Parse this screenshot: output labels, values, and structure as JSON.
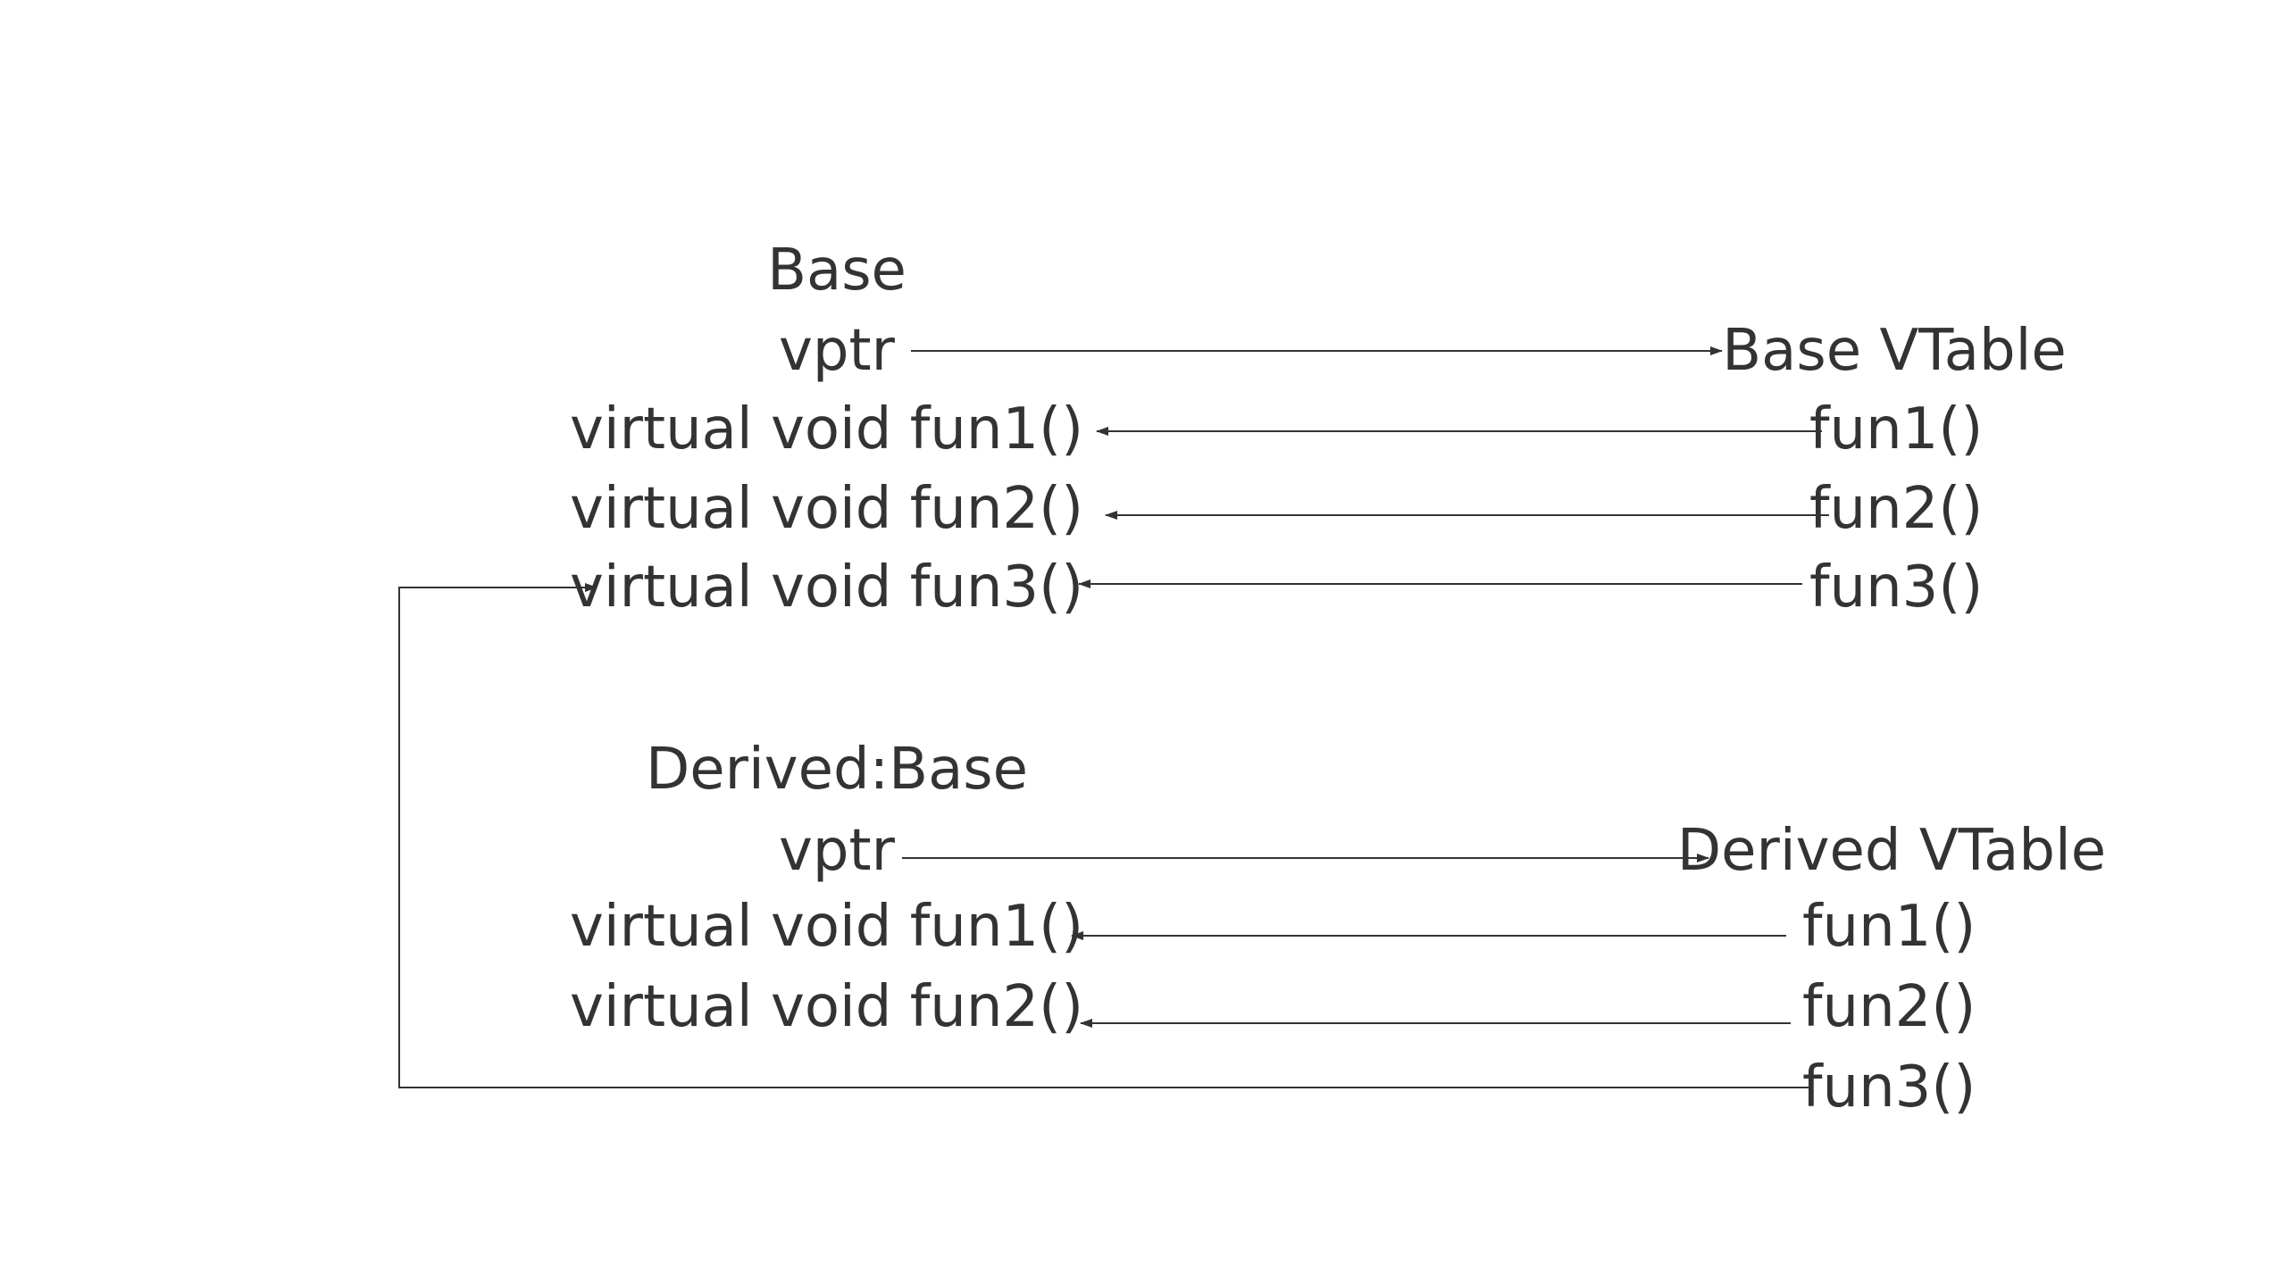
{
  "base_class": {
    "title": "Base",
    "vptr": "vptr",
    "methods": [
      "virtual void fun1()",
      "virtual void fun2()",
      "virtual void fun3()"
    ]
  },
  "base_vtable": {
    "title": "Base VTable",
    "entries": [
      "fun1()",
      "fun2()",
      "fun3()"
    ]
  },
  "derived_class": {
    "title": "Derived:Base",
    "vptr": "vptr",
    "methods": [
      "virtual void fun1()",
      "virtual void fun2()"
    ]
  },
  "derived_vtable": {
    "title": "Derived VTable",
    "entries": [
      "fun1()",
      "fun2()",
      "fun3()"
    ]
  },
  "colors": {
    "text": "#333333",
    "line": "#333333",
    "background": "#ffffff"
  }
}
